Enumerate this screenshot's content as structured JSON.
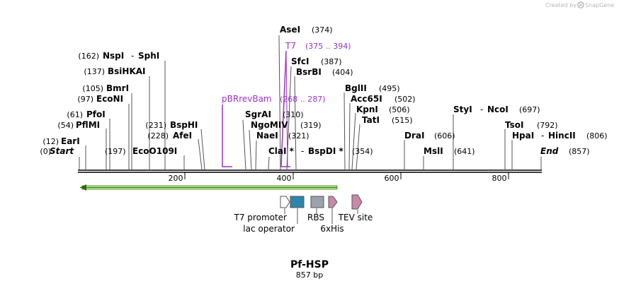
{
  "branding": {
    "created_by": "Created by",
    "brand": "SnapGene"
  },
  "plasmid": {
    "name": "Pf-HSP",
    "size": "857 bp"
  },
  "colors": {
    "primer": "#9b30c8",
    "orf_stroke": "#5a9a2a",
    "orf_fill": "#bde59a",
    "t7_promoter": "#ffffff",
    "lac_operator": "#2e86ab",
    "rbs": "#9aa3ab",
    "his_tag": "#c989aa",
    "tev_site": "#c989aa"
  },
  "sites": {
    "start": {
      "name": "Start",
      "pos": "(0)"
    },
    "end": {
      "name": "End",
      "pos": "(857)"
    },
    "ecoo109i": {
      "name": "EcoO109I",
      "pos": "(197)"
    },
    "eari": {
      "name": "EarI",
      "pos": "(12)"
    },
    "pflmi": {
      "name": "PflMI",
      "pos": "(54)"
    },
    "pfoi": {
      "name": "PfoI",
      "pos": "(61)"
    },
    "econi": {
      "name": "EcoNI",
      "pos": "(97)"
    },
    "bmri": {
      "name": "BmrI",
      "pos": "(105)"
    },
    "bsihkai": {
      "name": "BsiHKAI",
      "pos": "(137)"
    },
    "nspi_sphi": {
      "name1": "NspI",
      "dash": "-",
      "name2": "SphI",
      "pos": "(162)"
    },
    "afei": {
      "name": "AfeI",
      "pos": "(228)"
    },
    "bsphi": {
      "name": "BspHI",
      "pos": "(231)"
    },
    "asei": {
      "name": "AseI",
      "pos": "(374)"
    },
    "sfci": {
      "name": "SfcI",
      "pos": "(387)"
    },
    "bsrbi": {
      "name": "BsrBI",
      "pos": "(404)"
    },
    "sgrai": {
      "name": "SgrAI",
      "pos": "(310)"
    },
    "ngomiv": {
      "name": "NgoMIV",
      "pos": "(319)"
    },
    "naei": {
      "name": "NaeI",
      "pos": "(321)"
    },
    "clai_bspdi": {
      "name1": "ClaI *",
      "dash": "-",
      "name2": "BspDI *",
      "pos": "(354)"
    },
    "bglii": {
      "name": "BglII",
      "pos": "(495)"
    },
    "acc65i": {
      "name": "Acc65I",
      "pos": "(502)"
    },
    "kpni": {
      "name": "KpnI",
      "pos": "(506)"
    },
    "tati": {
      "name": "TatI",
      "pos": "(515)"
    },
    "drai": {
      "name": "DraI",
      "pos": "(606)"
    },
    "msli": {
      "name": "MslI",
      "pos": "(641)"
    },
    "styi_ncoi": {
      "name1": "StyI",
      "dash": "-",
      "name2": "NcoI",
      "pos": "(697)"
    },
    "tsoi": {
      "name": "TsoI",
      "pos": "(792)"
    },
    "hpai_hincii": {
      "name1": "HpaI",
      "dash": "-",
      "name2": "HincII",
      "pos": "(806)"
    }
  },
  "primers": {
    "t7": {
      "name": "T7",
      "range": "(375 .. 394)"
    },
    "pbrrevbam": {
      "name": "pBRrevBam",
      "range": "(268 .. 287)"
    }
  },
  "ruler": {
    "ticks": [
      "200",
      "400",
      "600",
      "800"
    ]
  },
  "features": {
    "t7_promoter": "T7 promoter",
    "lac_operator": "lac operator",
    "rbs": "RBS",
    "his_tag": "6xHis",
    "tev_site": "TEV site"
  }
}
